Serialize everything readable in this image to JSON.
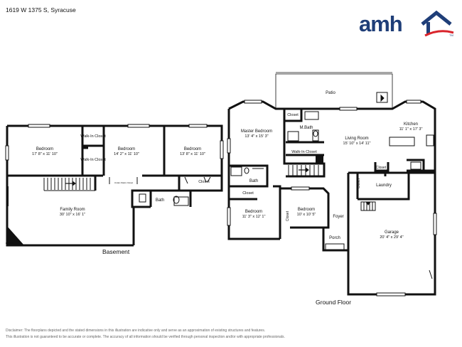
{
  "address": "1619 W 1375 S, Syracuse",
  "logo": {
    "text": "amh",
    "icon": "house-roof-icon",
    "trademark": "TM",
    "colors": {
      "primary": "#1f3e78",
      "accent": "#d9242b"
    }
  },
  "basement": {
    "title": "Basement",
    "rooms": [
      {
        "name": "Bedroom",
        "dims": "17' 8\" x 11' 10\""
      },
      {
        "name": "Walk-In Closet"
      },
      {
        "name": "Bedroom",
        "dims": "14' 2\" x 11' 10\""
      },
      {
        "name": "Bedroom",
        "dims": "13' 8\" x 11' 10\""
      },
      {
        "name": "Walk-In Closet"
      },
      {
        "name": "Closet"
      },
      {
        "name": "Under-Stairs Closet"
      },
      {
        "name": "Bath"
      },
      {
        "name": "Family Room",
        "dims": "30' 10\" x 16' 1\""
      },
      {
        "name": "Fireplace"
      }
    ]
  },
  "ground": {
    "title": "Ground Floor",
    "rooms": [
      {
        "name": "Patio"
      },
      {
        "name": "Master Bedroom",
        "dims": "13' 4\" x 15' 3\""
      },
      {
        "name": "Closet"
      },
      {
        "name": "M.Bath"
      },
      {
        "name": "Walk-In Closet"
      },
      {
        "name": "Living Room",
        "dims": "15' 10\" x 14' 11\""
      },
      {
        "name": "Kitchen",
        "dims": "11' 1\" x 17' 3\""
      },
      {
        "name": "Bath"
      },
      {
        "name": "Closet"
      },
      {
        "name": "Bedroom",
        "dims": "11' 3\" x 12' 1\""
      },
      {
        "name": "Closet"
      },
      {
        "name": "Bedroom",
        "dims": "10' x 10' 5\""
      },
      {
        "name": "Closet"
      },
      {
        "name": "Laundry"
      },
      {
        "name": "Closet"
      },
      {
        "name": "Foyer"
      },
      {
        "name": "Porch"
      },
      {
        "name": "Garage",
        "dims": "20' 4\" x 29' 4\""
      }
    ]
  },
  "disclaimer": [
    "Disclaimer: The floorplans depicted and the stated dimensions in this illustration are indicative only and serve as an approximation of existing structures and features.",
    "This illustration is not guaranteed to be accurate or complete. The accuracy of all information should be verified through personal inspection and/or with appropriate professionals."
  ]
}
